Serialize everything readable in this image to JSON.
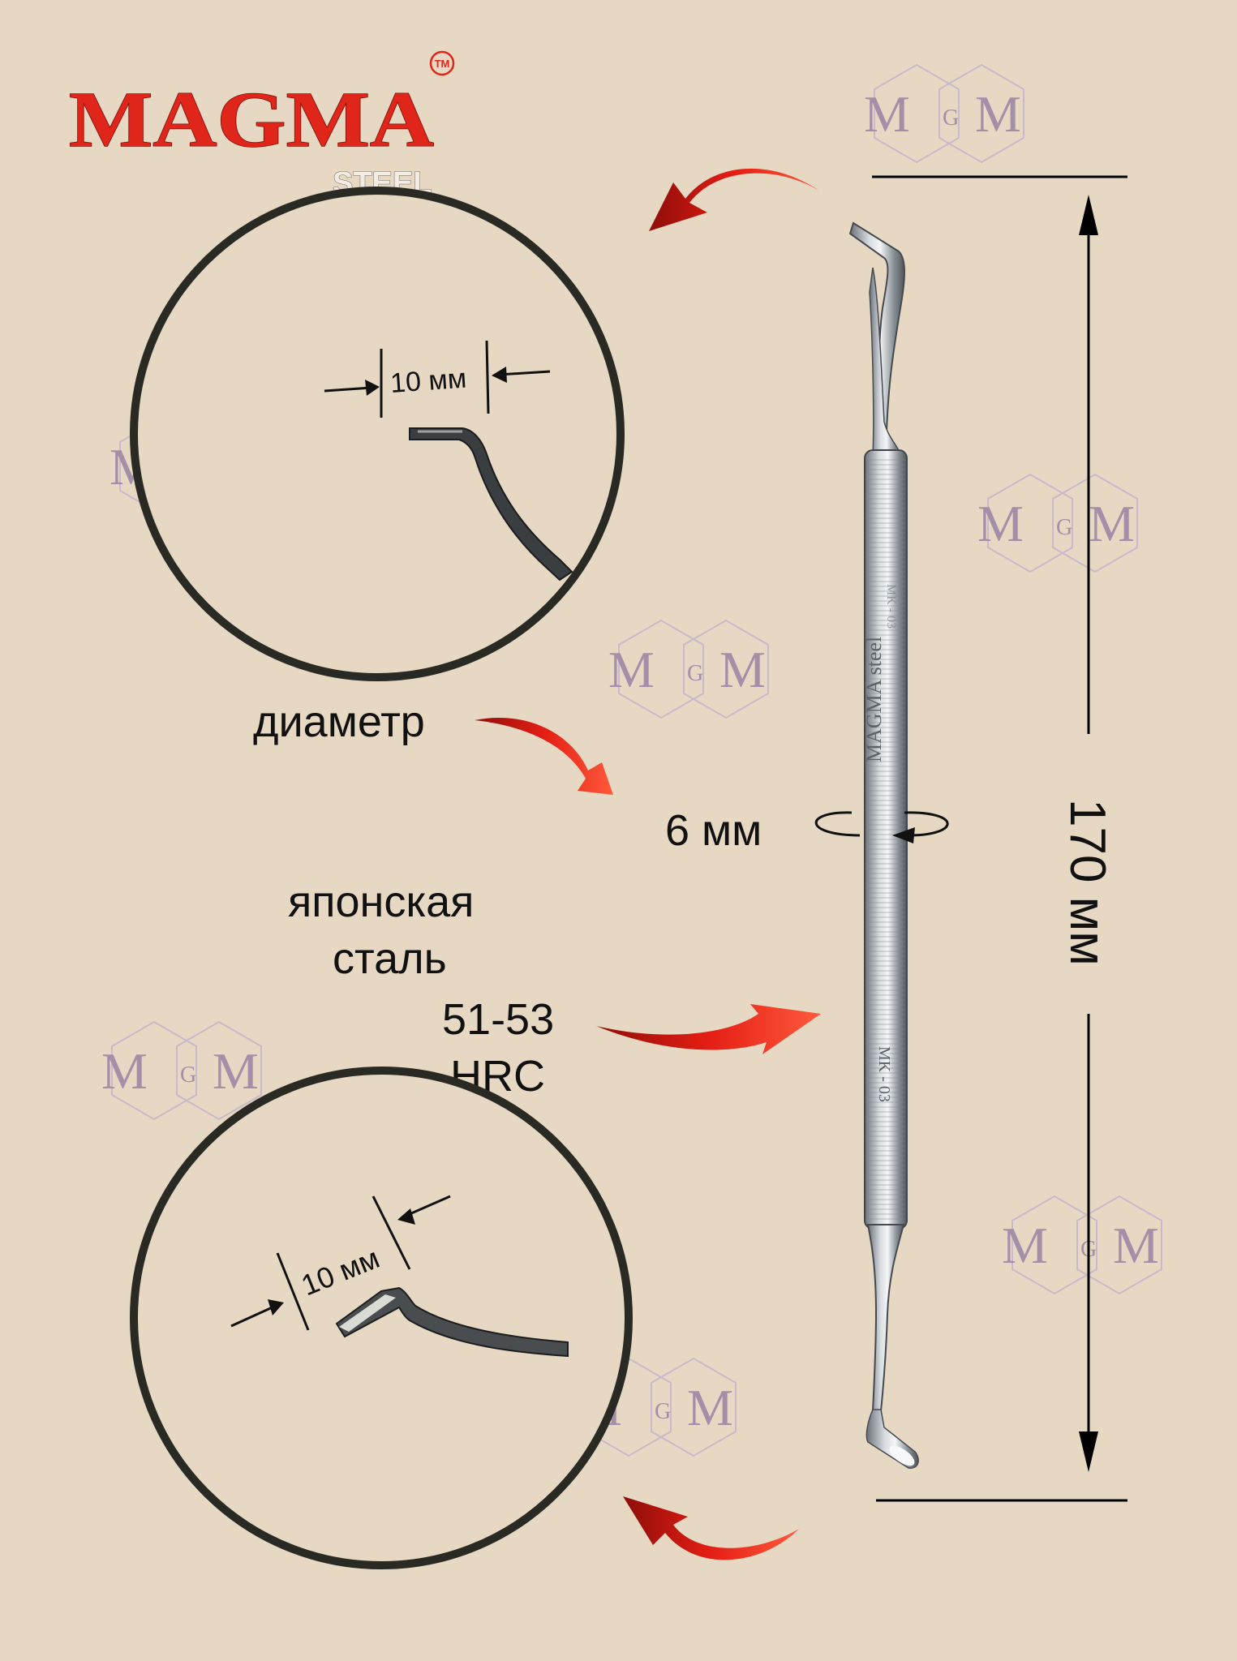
{
  "brand": {
    "name": "MAGMA",
    "trademark": "TM",
    "subtitle": "STEEL"
  },
  "watermark": {
    "left": "M",
    "middle": "G",
    "right": "M"
  },
  "tool": {
    "engraving_brand": "MAGMA steel",
    "engraving_model": "MK - 03",
    "engraving_model_flipped": "MK - 03"
  },
  "labels": {
    "diameter_label": "диаметр",
    "diameter_value": "6 мм",
    "steel_line1": "японская",
    "steel_line2": "сталь",
    "hardness_value": "51-53",
    "hardness_unit": "HRC",
    "length_value": "170 мм",
    "top_tip_width": "10 мм",
    "bottom_tip_width": "10 мм"
  },
  "colors": {
    "background": "#e6d8c2",
    "brand_red": "#e0261b",
    "arrow_red": "#e41e14",
    "circle_stroke": "#2a2a24",
    "watermark": "#a48fa8"
  }
}
